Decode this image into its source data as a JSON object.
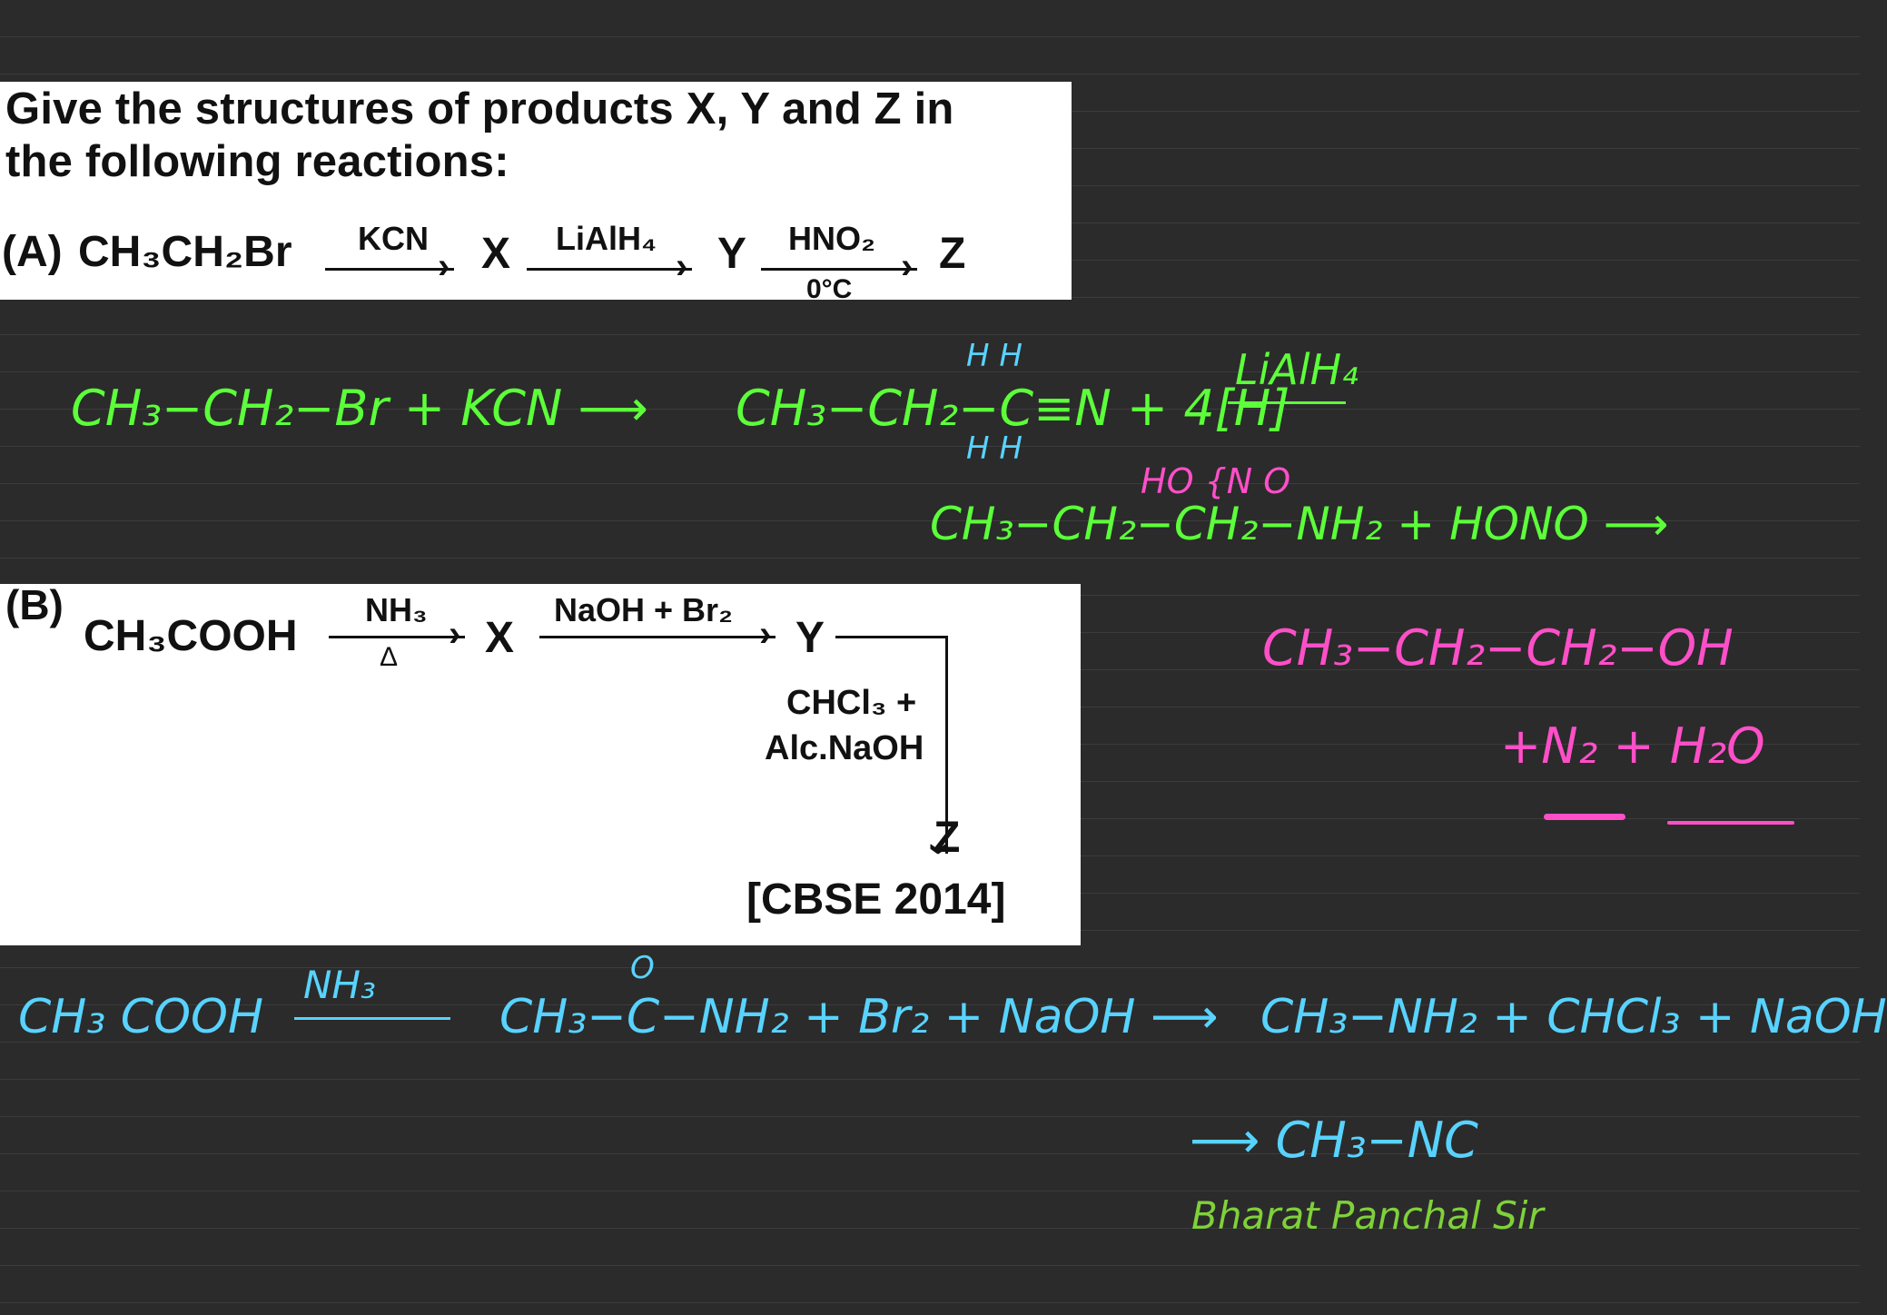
{
  "question": {
    "title_line1": "Give the structures of products X, Y and Z in",
    "title_line2": "the following reactions:",
    "part_a": {
      "label": "(A)",
      "reactant": "CH₃CH₂Br",
      "reagent1": "KCN",
      "product1": "X",
      "reagent2": "LiAlH₄",
      "product2": "Y",
      "reagent3": "HNO₂",
      "condition3": "0°C",
      "product3": "Z"
    },
    "part_b": {
      "label": "(B)",
      "reactant": "CH₃COOH",
      "reagent1": "NH₃",
      "condition1": "Δ",
      "product1": "X",
      "reagent2": "NaOH + Br₂",
      "product2": "Y",
      "reagent3_line1": "CHCl₃ +",
      "reagent3_line2": "Alc.NaOH",
      "product3": "Z",
      "source": "[CBSE 2014]"
    }
  },
  "handwriting": {
    "a_step1_left": "CH₃−CH₂−Br  + KCN  ⟶",
    "a_step1_right": "CH₃−CH₂−C≡N + 4[H]",
    "a_step1_reagent": "LiAlH₄",
    "a_h_marks_top": "H   H",
    "a_h_marks_bottom": "H   H",
    "a_step2": "CH₃−CH₂−CH₂−NH₂  + HONO  ⟶",
    "a_step2_annotation": "HO {N O",
    "a_step3": "CH₃−CH₂−CH₂−OH",
    "a_step4": "+N₂ + H₂O",
    "b_step1": "CH₃ COOH",
    "b_step1_reagent": "NH₃",
    "b_step1_product": "CH₃−C−NH₂ + Br₂ + NaOH  ⟶",
    "b_step1_o": "O",
    "b_step2": "CH₃−NH₂  + CHCl₃ + NaOH",
    "b_step3": "⟶   CH₃−NC",
    "signature": "Bharat Panchal Sir"
  },
  "colors": {
    "background": "#2b2b2b",
    "card": "#ffffff",
    "green": "#5cff3a",
    "pink": "#ff4fc8",
    "cyan": "#58d3ff",
    "signature": "#7fd13a"
  }
}
